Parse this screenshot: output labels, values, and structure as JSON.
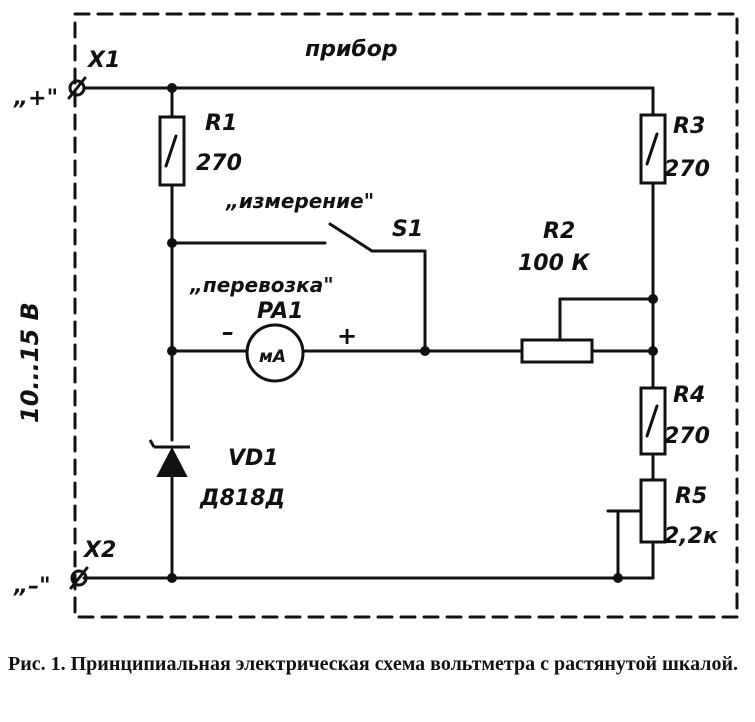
{
  "diagram": {
    "enclosure_label": "прибор",
    "supply_label": "10...15 В",
    "terminals": {
      "x1": {
        "name": "X1",
        "polarity": "„+\""
      },
      "x2": {
        "name": "X2",
        "polarity": "„–\""
      }
    },
    "components": {
      "r1": {
        "name": "R1",
        "value": "270"
      },
      "r2": {
        "name": "R2",
        "value": "100 К"
      },
      "r3": {
        "name": "R3",
        "value": "270"
      },
      "r4": {
        "name": "R4",
        "value": "270"
      },
      "r5": {
        "name": "R5",
        "value": "2,2к"
      },
      "vd1": {
        "name": "VD1",
        "value": "Д818Д"
      },
      "pa1": {
        "name": "PA1",
        "symbol": "мА",
        "minus": "–",
        "plus": "+"
      },
      "s1": {
        "name": "S1",
        "position_measure": "„измерение\"",
        "position_transport": "„перевозка\""
      }
    }
  },
  "caption": {
    "prefix": "Рис. 1.",
    "text": "Принципиальная электрическая схема вольтметра с растянутой шкалой."
  }
}
